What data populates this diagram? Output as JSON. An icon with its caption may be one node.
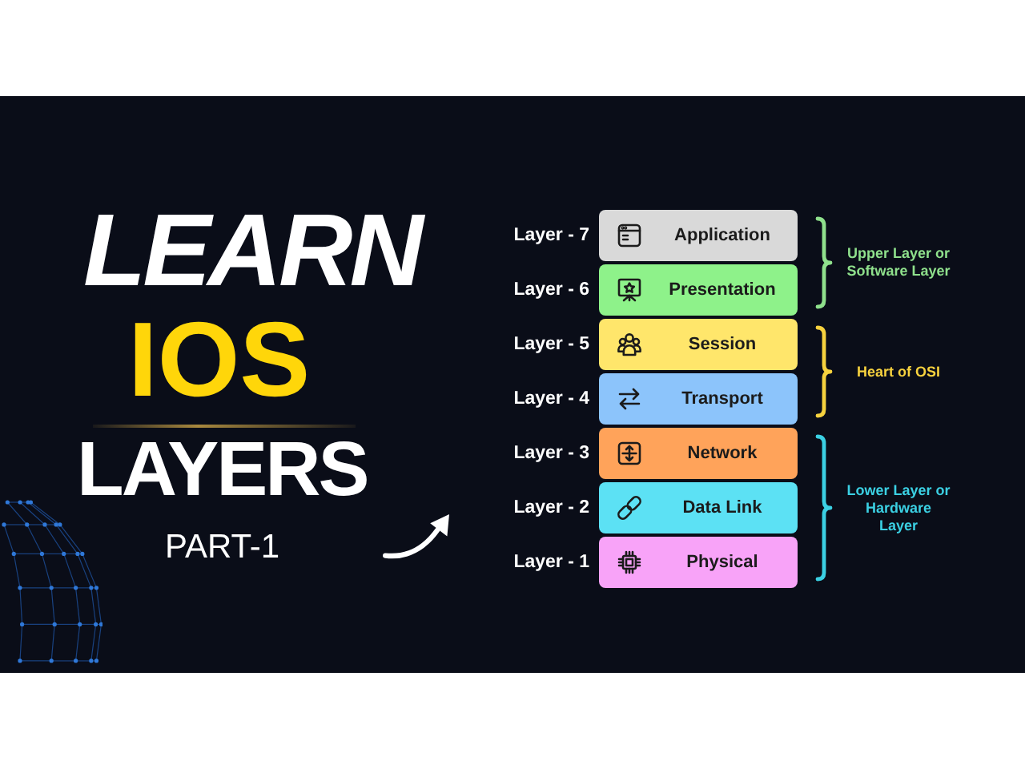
{
  "diagram": {
    "title": "LEARN IOS LAYERS",
    "nodes": [
      {
        "text": [
          "Application"
        ],
        "beside": [
          "Layer - 7"
        ]
      },
      {
        "text": [
          "Presentation"
        ],
        "beside": [
          "Layer - 6"
        ]
      },
      {
        "text": [
          "Session"
        ],
        "beside": [
          "Layer - 5"
        ]
      },
      {
        "text": [
          "Transport"
        ],
        "beside": [
          "Layer - 4"
        ]
      },
      {
        "text": [
          "Network"
        ],
        "beside": [
          "Layer - 3"
        ]
      },
      {
        "text": [
          "Data Link"
        ],
        "beside": [
          "Layer - 2"
        ]
      },
      {
        "text": [
          "Physical"
        ],
        "beside": [
          "Layer - 1"
        ]
      }
    ],
    "labels": [
      "PART-1",
      "Upper Layer or Software Layer",
      "Heart of OSI",
      "Lower Layer or Hardware Layer"
    ]
  }
}
